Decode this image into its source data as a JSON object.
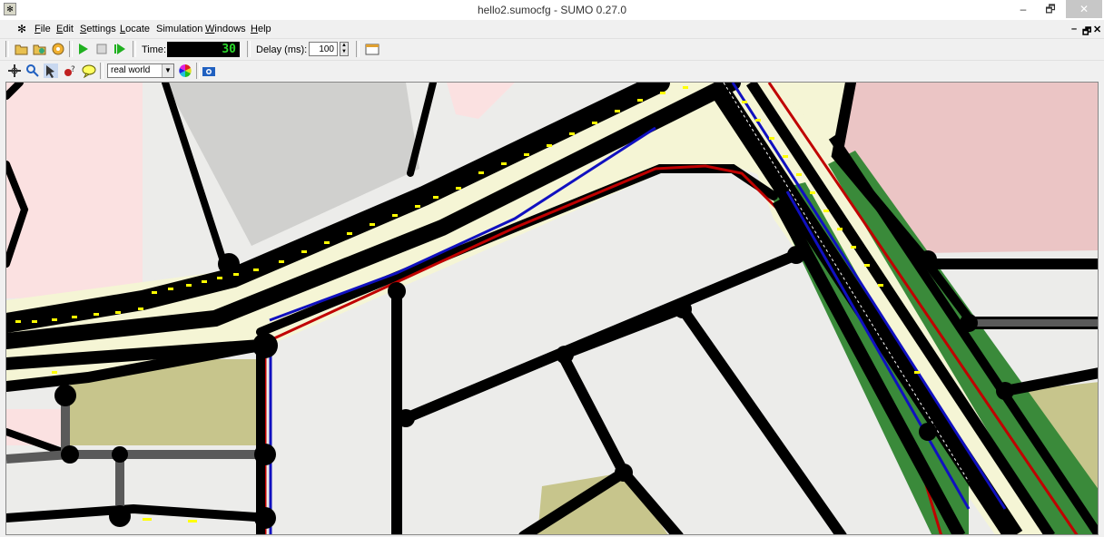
{
  "window": {
    "title": "hello2.sumocfg - SUMO 0.27.0",
    "app_icon": "sumo-app-icon"
  },
  "window_controls": {
    "minimize": "–",
    "restore": "🗗",
    "close": "✕"
  },
  "menu": {
    "items": [
      {
        "label": "File"
      },
      {
        "label": "Edit"
      },
      {
        "label": "Settings"
      },
      {
        "label": "Locate"
      },
      {
        "label": "Simulation"
      },
      {
        "label": "Windows"
      },
      {
        "label": "Help"
      }
    ],
    "mdi_controls": {
      "minimize": "–",
      "restore": "🗗",
      "close": "✕"
    }
  },
  "sim_toolbar": {
    "time_label": "Time:",
    "time_value": "30",
    "delay_label": "Delay (ms):",
    "delay_value": "100"
  },
  "view_toolbar": {
    "scheme_value": "real world"
  },
  "colors": {
    "road": "#000000",
    "sidewalk": "#f5f5dc",
    "building": "#f2d8d8",
    "park": "#c8c88a",
    "railway_green": "#3a8a3a",
    "red_lane": "#c00000",
    "blue_lane": "#1010c0",
    "vehicle": "#ffff00"
  }
}
